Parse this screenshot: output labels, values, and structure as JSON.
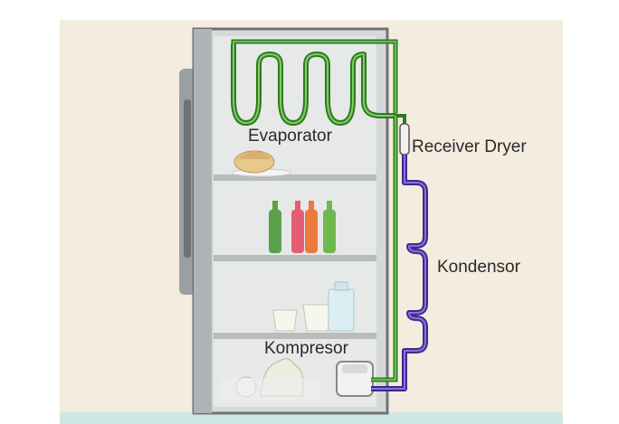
{
  "labels": {
    "evaporator": "Evaporator",
    "receiver_dryer": "Receiver Dryer",
    "kondensor": "Kondensor",
    "kompresor": "Kompresor"
  },
  "colors": {
    "background": "#f3ecdf",
    "floor": "#cfe7e2",
    "fridge_body": "#d6d9da",
    "fridge_interior": "#e7e8e8",
    "evaporator_line": "#3f9d2d",
    "condenser_line": "#5b3fb0"
  }
}
